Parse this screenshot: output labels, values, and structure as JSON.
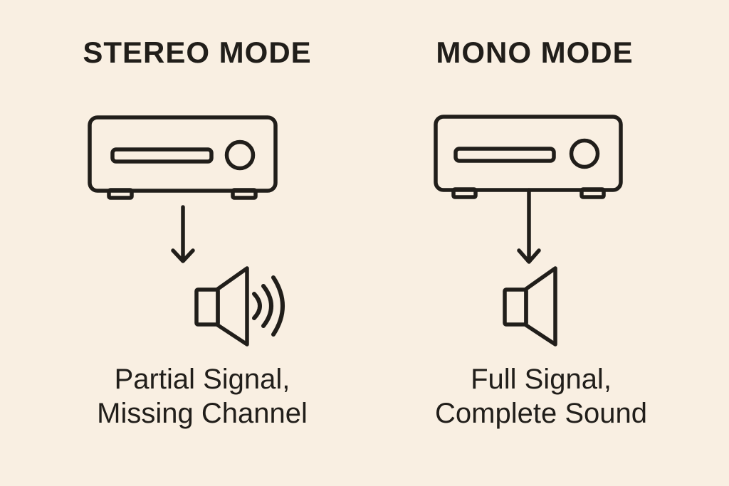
{
  "colors": {
    "background": "#f9efe2",
    "ink": "#211e1a"
  },
  "left_column": {
    "title": "STEREO MODE",
    "icons": [
      {
        "name": "receiver-icon"
      },
      {
        "name": "down-arrow-icon"
      },
      {
        "name": "speaker-with-sound-waves-icon"
      }
    ],
    "caption_line1": "Partial Signal,",
    "caption_line2": "Missing Channel"
  },
  "right_column": {
    "title": "MONO MODE",
    "icons": [
      {
        "name": "receiver-icon"
      },
      {
        "name": "down-arrow-icon"
      },
      {
        "name": "speaker-icon"
      }
    ],
    "caption_line1": "Full Signal,",
    "caption_line2": "Complete Sound"
  }
}
